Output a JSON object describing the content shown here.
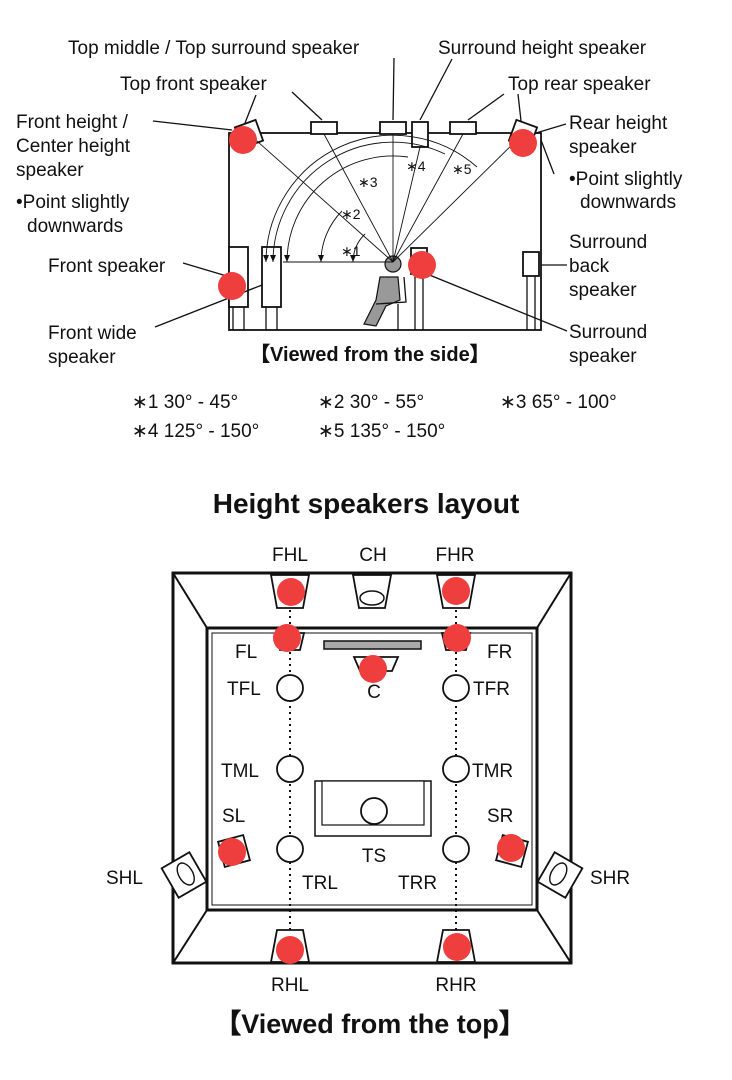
{
  "side_view": {
    "labels": {
      "top_middle_surround": "Top middle / Top surround speaker",
      "surround_height": "Surround height speaker",
      "top_front": "Top front speaker",
      "top_rear": "Top rear speaker",
      "front_height_1": "Front height /",
      "front_height_2": "Center height",
      "front_height_3": "speaker",
      "front_height_note_1": "•Point slightly",
      "front_height_note_2": "downwards",
      "rear_height_1": "Rear height",
      "rear_height_2": "speaker",
      "rear_height_note_1": "•Point slightly",
      "rear_height_note_2": "downwards",
      "front": "Front speaker",
      "front_wide_1": "Front wide",
      "front_wide_2": "speaker",
      "surround_back_1": "Surround",
      "surround_back_2": "back",
      "surround_back_3": "speaker",
      "surround_1": "Surround",
      "surround_2": "speaker"
    },
    "angle_marks": [
      "∗1",
      "∗2",
      "∗3",
      "∗4",
      "∗5"
    ],
    "caption": "【Viewed from the side】"
  },
  "angle_notes": [
    "∗1 30° - 45°",
    "∗2 30° - 55°",
    "∗3 65° - 100°",
    "∗4 125° - 150°",
    "∗5 135° - 150°"
  ],
  "top_view": {
    "title": "Height speakers layout",
    "caption": "【Viewed from the top】",
    "speakers": {
      "FHL": "FHL",
      "CH": "CH",
      "FHR": "FHR",
      "FL": "FL",
      "FR": "FR",
      "C": "C",
      "TFL": "TFL",
      "TFR": "TFR",
      "TML": "TML",
      "TMR": "TMR",
      "SL": "SL",
      "SR": "SR",
      "TS": "TS",
      "TRL": "TRL",
      "TRR": "TRR",
      "SHL": "SHL",
      "SHR": "SHR",
      "RHL": "RHL",
      "RHR": "RHR"
    }
  },
  "colors": {
    "marker": "#ef3e3e",
    "line": "#111111"
  }
}
